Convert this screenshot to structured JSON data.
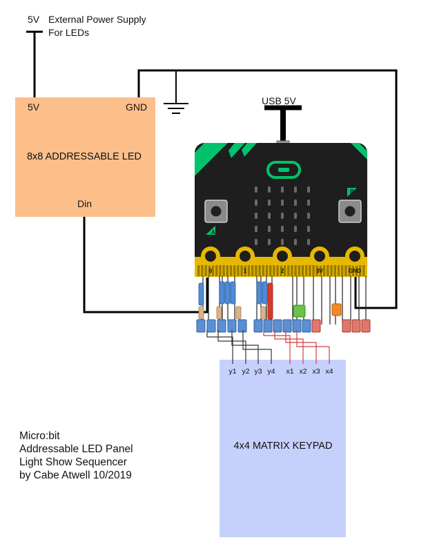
{
  "power_supply": {
    "voltage_label": "5V",
    "description_line1": "External Power Supply",
    "description_line2": "For LEDs"
  },
  "led_panel": {
    "name": "8x8 ADDRESSABLE LED",
    "pin_5v": "5V",
    "pin_gnd": "GND",
    "pin_din": "Din",
    "color": "#fcbf8a"
  },
  "usb": {
    "label": "USB 5V"
  },
  "microbit": {
    "pins": [
      "0",
      "1",
      "2",
      "3V",
      "GND"
    ],
    "button_a": "A",
    "button_b": "B",
    "board_color": "#1e1e1e",
    "accent_color": "#00c36b",
    "edge_color": "#e6b800"
  },
  "keypad": {
    "name": "4x4 MATRIX KEYPAD",
    "pins": [
      "y1",
      "y2",
      "y3",
      "y4",
      "x1",
      "x2",
      "x3",
      "x4"
    ],
    "color": "#c5d0fb"
  },
  "caption": {
    "line1": "Micro:bit",
    "line2": "Addressable LED Panel",
    "line3": "Light Show Sequencer",
    "line4": "by Cabe Atwell 10/2019"
  }
}
